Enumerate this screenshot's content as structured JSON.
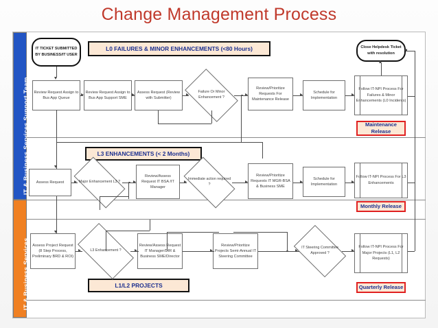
{
  "page": {
    "title": "Change Management Process",
    "title_color": "#c0392b"
  },
  "swimlanes": [
    {
      "name": "support-team",
      "label": "IT & Business Services Support Team",
      "color": "#2255c4"
    },
    {
      "name": "business-services",
      "label": "IT & Business Services",
      "color": "#f08022"
    }
  ],
  "banners": [
    {
      "name": "l0-banner",
      "label": "L0 FAILURES & MINOR ENHANCEMENTS (<80 Hours)"
    },
    {
      "name": "l3-banner",
      "label": "L3  ENHANCEMENTS (< 2 Months)"
    },
    {
      "name": "l1l2-banner",
      "label": "L1/L2 PROJECTS"
    }
  ],
  "releases": [
    {
      "name": "maintenance-release",
      "label": "Maintenance Release",
      "border": "#e02020"
    },
    {
      "name": "monthly-release",
      "label": "Monthly Release",
      "border": "#e02020"
    },
    {
      "name": "quarterly-release",
      "label": "Quarterly Release",
      "border": "#e02020"
    }
  ],
  "row_l0": {
    "start": "IT TICKET SUBMITTED BY BUSINESS/IT USER",
    "step1": "Review Request Assign to Bus App Queue",
    "step2": "Review Request Assign to Bus App Support SME",
    "step3": "Assess Request (Review with Submitter)",
    "decision": "Failure Or Minor Enhancement ?",
    "step4": "Review/Prioritize Requests For Maintenance Release",
    "step5": "Schedule for Implementation",
    "process": "Follow IT-NPI Process For Failures & Minor Enhancements (L0 Incidents)",
    "end": "Close Helpdesk Ticket with resolution"
  },
  "row_l3": {
    "step1": "Assess Request",
    "decision1": "Major Enhancement L3 ?",
    "step2": "Review/Assess Request IT BSA /IT Manager",
    "decision2": "Immediate action required ?",
    "step3": "Review/Prioritize Requests IT MGR-BSA & Business SME",
    "step4": "Schedule for Implementation",
    "process": "Follow IT-NPI Process For L3 Enhancements"
  },
  "row_l1l2": {
    "step1": "Assess Project Request (8 Step Process, Preliminary BRD & ROI)",
    "decision1": "L3 Enhancement ?",
    "step2": "Review/Assess Request IT Manager/DIR & Business SME/Director",
    "step3": "Review/Prioritize Projects Semi-Annual IT Steering Committee",
    "decision2": "IT Steering Committee Approved ?",
    "process": "Follow IT-NPI Process For Major Projects (L1, L2 Requests)"
  }
}
